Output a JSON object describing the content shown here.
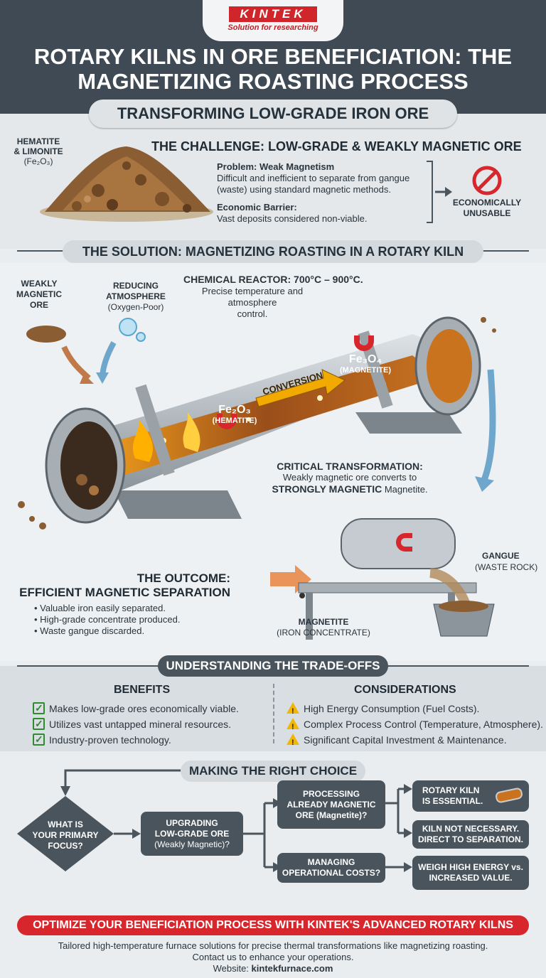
{
  "brand": {
    "name": "KINTEK",
    "tagline": "Solution for researching"
  },
  "title": "ROTARY KILNS IN ORE BENEFICIATION: THE MAGNETIZING ROASTING PROCESS",
  "subtitle": "TRANSFORMING LOW-GRADE IRON ORE",
  "challenge": {
    "ore_label_1": "HEMATITE",
    "ore_label_2": "& LIMONITE",
    "ore_formula": "(Fe₂O₃)",
    "heading": "THE CHALLENGE: LOW-GRADE & WEAKLY MAGNETIC ORE",
    "problem_title": "Problem: Weak Magnetism",
    "problem_text": "Difficult and inefficient to separate from gangue (waste) using standard magnetic methods.",
    "barrier_title": "Economic Barrier:",
    "barrier_text": "Vast deposits considered non-viable.",
    "result_1": "ECONOMICALLY",
    "result_2": "UNUSABLE"
  },
  "solution": {
    "heading": "THE SOLUTION: MAGNETIZING ROASTING IN A ROTARY KILN",
    "input_ore_1": "WEAKLY",
    "input_ore_2": "MAGNETIC",
    "input_ore_3": "ORE",
    "atmos_1": "REDUCING",
    "atmos_2": "ATMOSPHERE",
    "atmos_3": "(Oxygen-Poor)",
    "reactor_title": "CHEMICAL REACTOR: 700°C – 900°C.",
    "reactor_text_1": "Precise temperature and atmosphere",
    "reactor_text_2": "control.",
    "conversion": "CONVERSION",
    "hematite_formula": "Fe₂O₃",
    "hematite_name": "(HEMATITE)",
    "magnetite_formula": "Fe₃O₄",
    "magnetite_name": "(MAGNETITE)",
    "transform_title": "CRITICAL TRANSFORMATION:",
    "transform_text_1": "Weakly magnetic ore converts to",
    "transform_strong": "STRONGLY MAGNETIC",
    "transform_text_2": " Magnetite."
  },
  "outcome": {
    "title_1": "THE OUTCOME:",
    "title_2": "EFFICIENT MAGNETIC SEPARATION",
    "bullets": [
      "• Valuable iron easily separated.",
      "• High-grade concentrate produced.",
      "• Waste gangue discarded."
    ],
    "gangue_1": "GANGUE",
    "gangue_2": "(WASTE ROCK)",
    "magnetite_1": "MAGNETITE",
    "magnetite_2": "(IRON CONCENTRATE)"
  },
  "tradeoffs": {
    "heading": "UNDERSTANDING THE TRADE-OFFS",
    "benefits_title": "BENEFITS",
    "benefits": [
      "Makes low-grade ores economically viable.",
      "Utilizes vast untapped mineral resources.",
      "Industry-proven technology."
    ],
    "considerations_title": "CONSIDERATIONS",
    "considerations": [
      "High Energy Consumption (Fuel Costs).",
      "Complex Process Control (Temperature, Atmosphere).",
      "Significant Capital Investment & Maintenance."
    ]
  },
  "choice": {
    "heading": "MAKING THE RIGHT CHOICE",
    "start_1": "WHAT IS",
    "start_2": "YOUR PRIMARY",
    "start_3": "FOCUS?",
    "upgrade_1": "UPGRADING",
    "upgrade_2": "LOW-GRADE ORE",
    "upgrade_3": "(Weakly Magnetic)?",
    "processing_1": "PROCESSING",
    "processing_2": "ALREADY MAGNETIC",
    "processing_3": "ORE (Magnetite)?",
    "costs_1": "MANAGING",
    "costs_2": "OPERATIONAL COSTS?",
    "kiln_1": "ROTARY KILN",
    "kiln_2": "IS ESSENTIAL.",
    "nokiln_1": "KILN NOT NECESSARY.",
    "nokiln_2": "DIRECT TO SEPARATION.",
    "weigh_1": "WEIGH HIGH ENERGY vs.",
    "weigh_2": "INCREASED VALUE."
  },
  "footer": {
    "banner": "OPTIMIZE YOUR BENEFICIATION PROCESS WITH KINTEK'S ADVANCED ROTARY KILNS",
    "line_1": "Tailored high-temperature furnace solutions for precise thermal transformations like magnetizing roasting.",
    "line_2": "Contact us to enhance your operations.",
    "website_label": "Website: ",
    "website": "kintekfurnace.com"
  }
}
